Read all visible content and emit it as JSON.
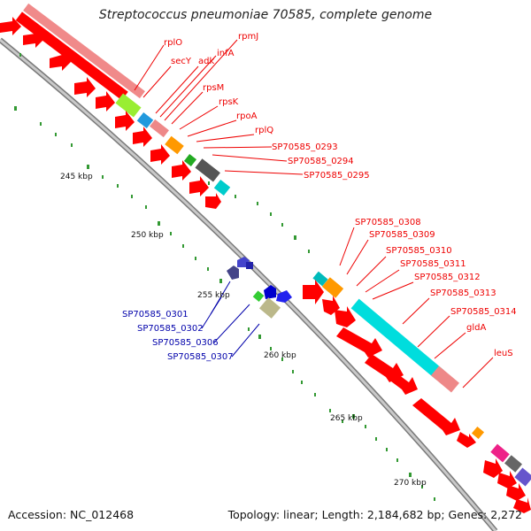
{
  "title": "Streptococcus pneumoniae 70585, complete genome",
  "footer": {
    "accession": "Accession: NC_012468",
    "topology": "Topology: linear; Length: 2,184,682 bp; Genes: 2,272"
  },
  "colors": {
    "forward_label": "#ee0000",
    "reverse_label": "#0000aa",
    "backbone": "#999999",
    "tick": "#339933"
  },
  "ruler": [
    {
      "label": "245 kbp"
    },
    {
      "label": "250 kbp"
    },
    {
      "label": "255 kbp"
    },
    {
      "label": "260 kbp"
    },
    {
      "label": "265 kbp"
    },
    {
      "label": "270 kbp"
    }
  ],
  "forward_labels": [
    "rplO",
    "secY",
    "adk",
    "infA",
    "rpmJ",
    "rpsM",
    "rpsK",
    "rpoA",
    "rplQ",
    "SP70585_0293",
    "SP70585_0294",
    "SP70585_0295",
    "SP70585_0308",
    "SP70585_0309",
    "SP70585_0310",
    "SP70585_0311",
    "SP70585_0312",
    "SP70585_0313",
    "SP70585_0314",
    "gldA",
    "leuS"
  ],
  "reverse_labels": [
    "SP70585_0301",
    "SP70585_0302",
    "SP70585_0306",
    "SP70585_0307"
  ]
}
